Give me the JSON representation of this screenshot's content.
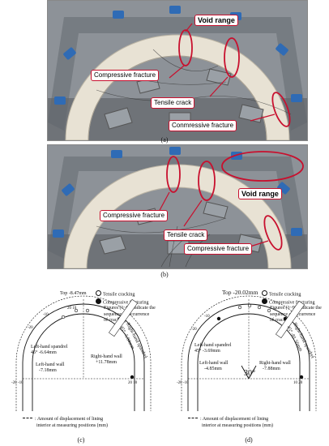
{
  "photo_a": {
    "labels": {
      "void": "Void range",
      "compressive": "Compressive fracture",
      "tensile": "Tensile crack",
      "conmressive": "Conmressive fracture"
    },
    "caption": "(a)"
  },
  "photo_b": {
    "labels": {
      "void": "Void range",
      "compressive": "Compressive fracture",
      "tensile": "Tensile crack",
      "compressive2": "Compressive fracture"
    },
    "caption": "(b)"
  },
  "diagram_c": {
    "legend": {
      "tensile": "Tensile cracking",
      "compressive": "Compressive fracturing",
      "figures": "Figures (1~9): indicate the",
      "figures2": "sequence of occurrence",
      "figures3": "of cracking."
    },
    "top": "Top -8.47mm",
    "left_spandrel": "Left-hand spandrel",
    "left_spandrel_val": "45° -6.64mm",
    "left_wall": "Left-hand wall",
    "left_wall_val": "-7.18mm",
    "right_wall": "Right-hand wall",
    "right_wall_val": "+11.78mm",
    "right_spandrel": "Right-hand spandrel",
    "right_spandrel_val": "45° -5.84mm",
    "note": "Amount of displacement of lining",
    "note2": "interior at measuring positions (mm)",
    "caption": "(c)"
  },
  "diagram_d": {
    "legend": {
      "tensile": "Tensile cracking",
      "compressive": "Compressive fracturing",
      "figures": "Figures (1~9): indicate the",
      "figures2": "sequence of occurrence",
      "figures3": "of cracking."
    },
    "top": "Top -20.02mm",
    "left_spandrel": "Left-hand spandrel",
    "left_spandrel_val": "45° -3.69mm",
    "left_wall": "Left-hand wall",
    "left_wall_val": "-4.85mm",
    "right_wall": "Right-hand wall",
    "right_wall_val": "-7.88mm",
    "right_spandrel": "Right-hand spandrel",
    "right_spandrel_val": "45° -81.56mm",
    "angle": "30°",
    "note": "Amount of displacement of lining",
    "note2": "interior at measuring positions (mm)",
    "caption": "(d)"
  },
  "colors": {
    "highlight": "#c8102e",
    "concrete": "#e6e0d4",
    "steel": "#8a8f96",
    "cylinder": "#2f6bb5"
  }
}
